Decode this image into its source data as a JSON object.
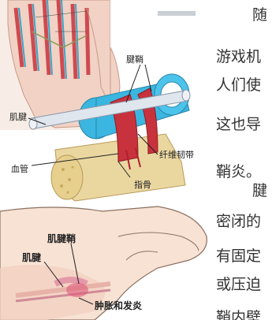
{
  "figure": {
    "hand_labels_top": [
      "",
      ""
    ],
    "diagram_labels": {
      "tendon_sheath": "腱鞘",
      "tendon": "肌腱",
      "blood_vessel": "血管",
      "fibrous_band": "纤维韧带",
      "phalanx": "指骨"
    },
    "wrist_labels": {
      "tendon_sheath": "肌腱鞘",
      "tendon": "肌腱",
      "swelling": "肿胀和发炎"
    }
  },
  "article": {
    "lines": [
      "随",
      "游戏机",
      "人们使",
      "这也导",
      "鞘炎。",
      "腱",
      "密闭的",
      "有固定",
      "或压迫",
      "鞘内壁"
    ]
  },
  "colors": {
    "tendon_red": "#c8323c",
    "sheath_blue": "#3ab6e0",
    "bone": "#ead7a0",
    "skin": "#f2d4c2"
  }
}
